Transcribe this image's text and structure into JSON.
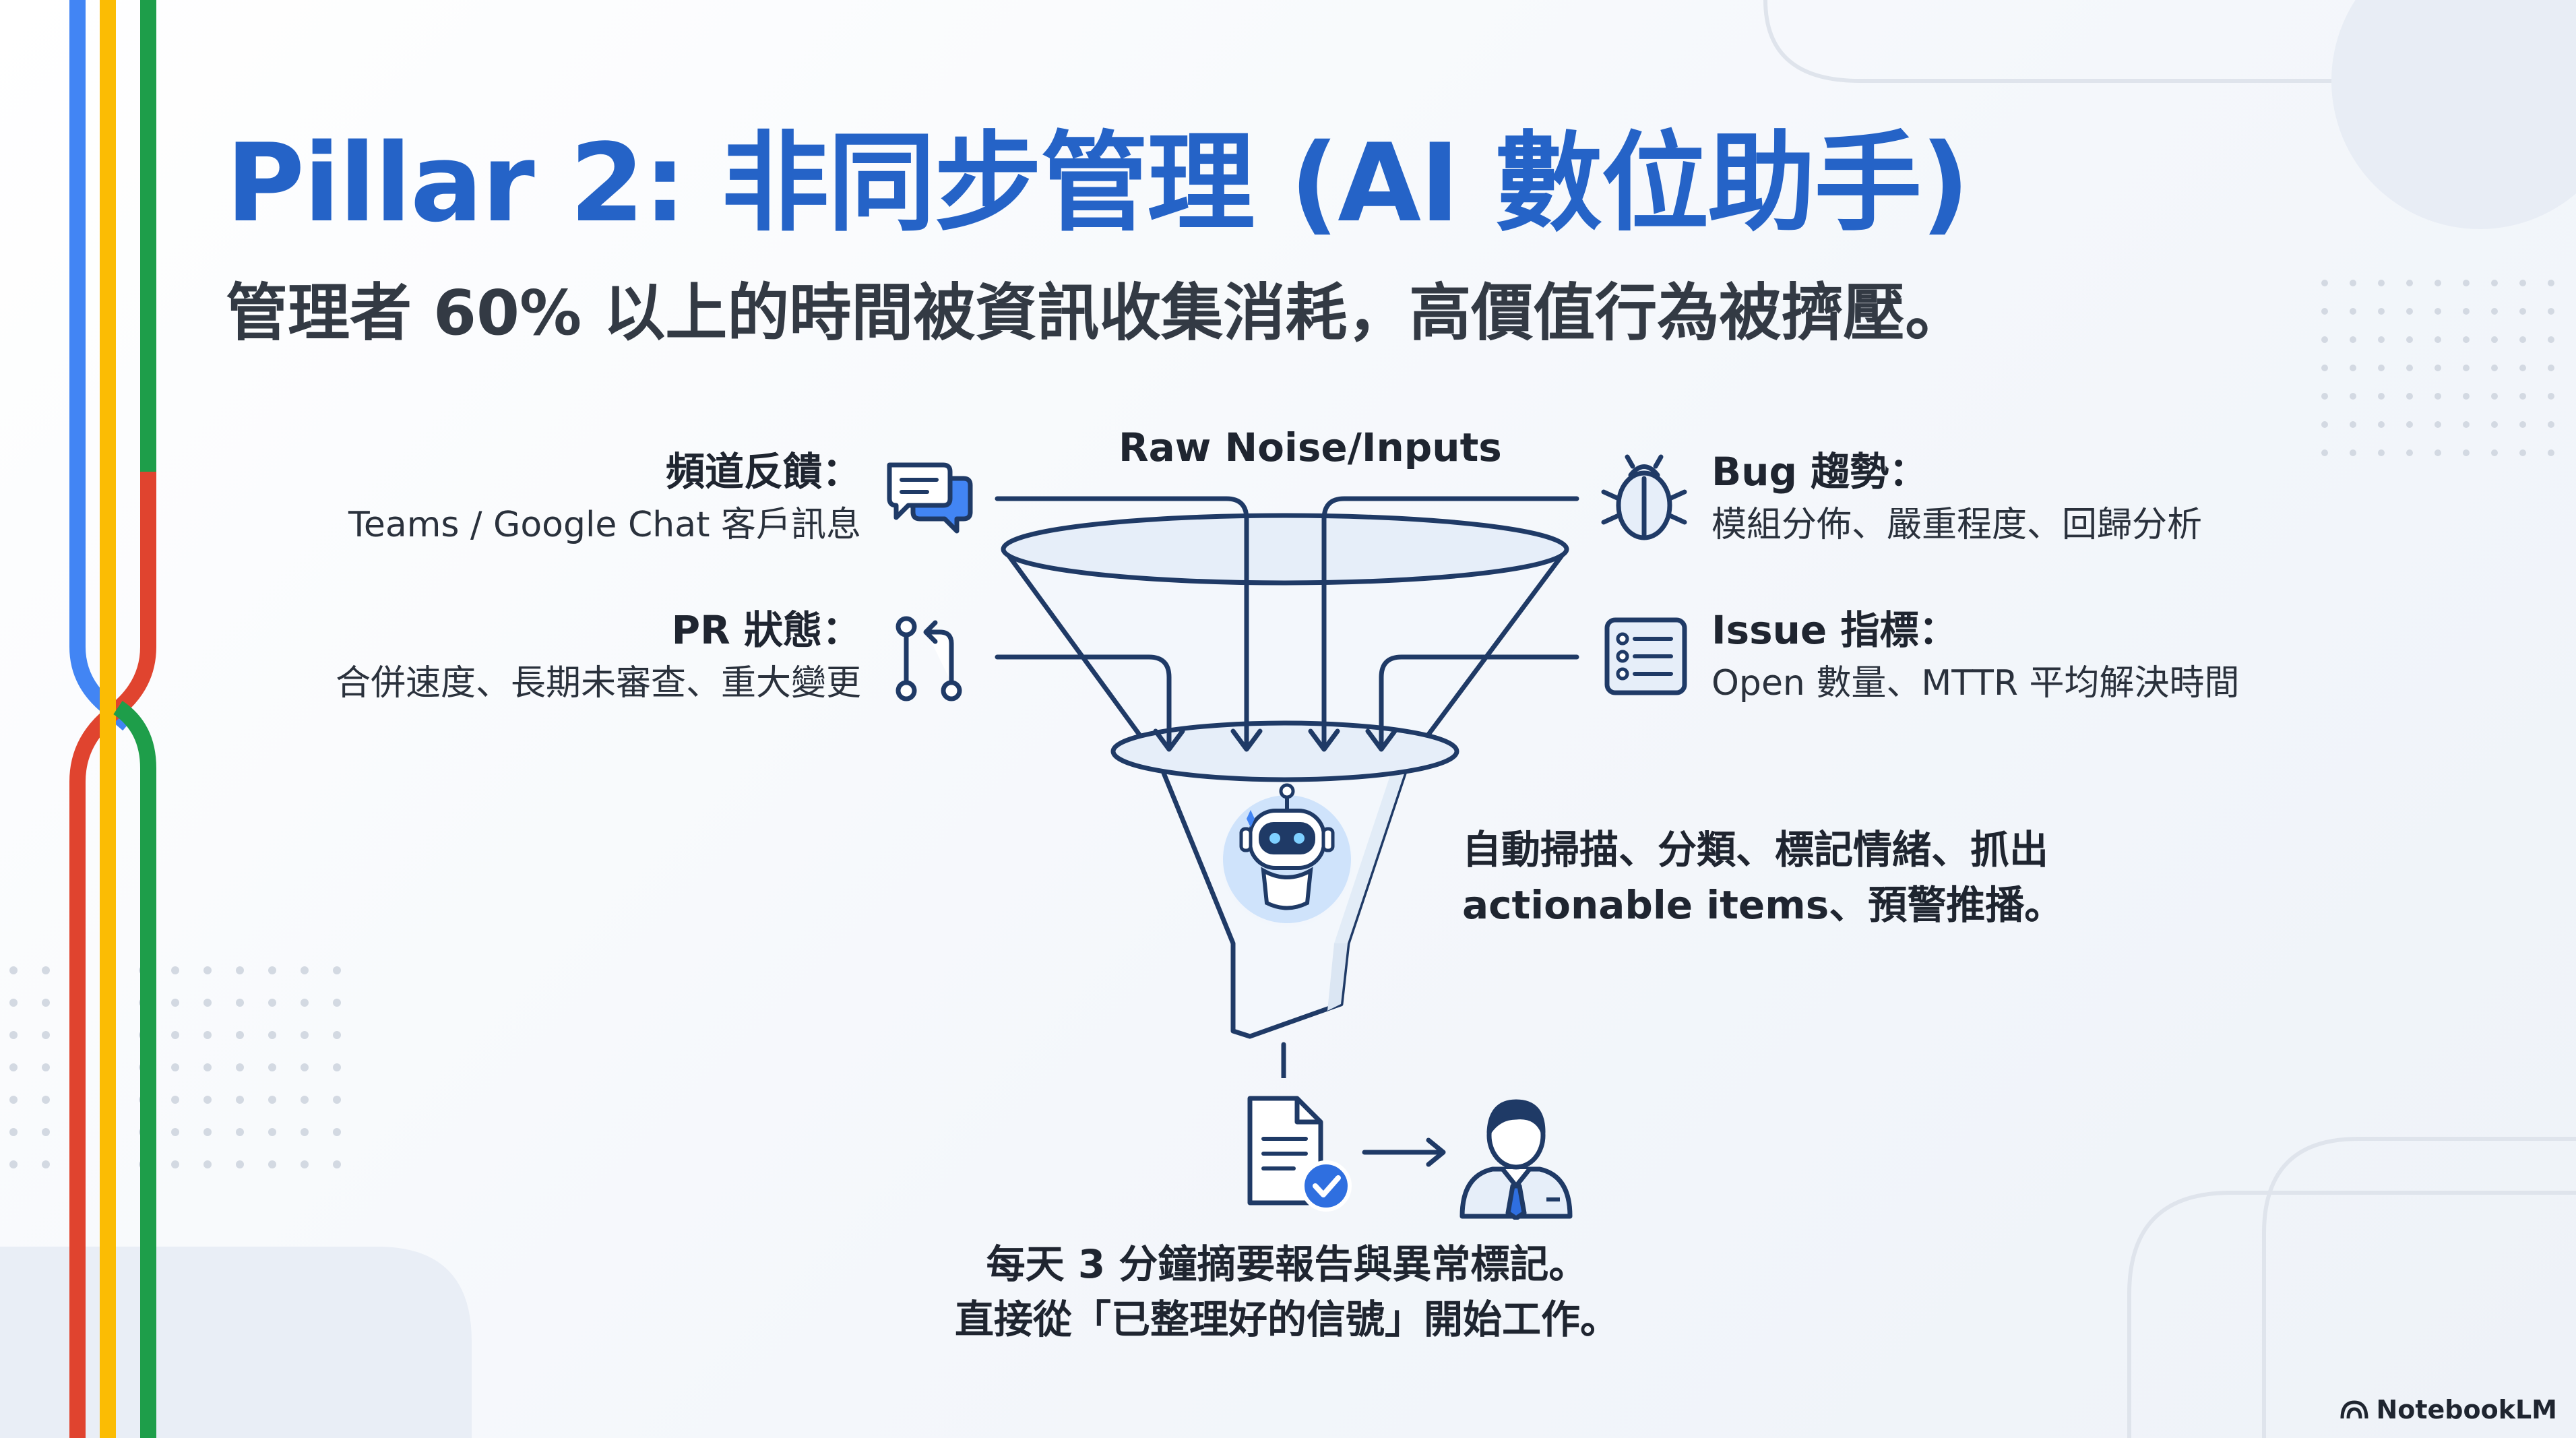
{
  "slide": {
    "title": "Pillar 2: 非同步管理 (AI 數位助手)",
    "subtitle": "管理者 60% 以上的時間被資訊收集消耗，高價值行為被擠壓。"
  },
  "funnel": {
    "label": "Raw Noise/Inputs"
  },
  "inputs": {
    "channel": {
      "heading": "頻道反饋：",
      "detail": "Teams / Google Chat 客戶訊息",
      "icon": "chat-bubbles-icon"
    },
    "pr": {
      "heading": "PR 狀態：",
      "detail": "合併速度、長期未審查、重大變更",
      "icon": "pull-request-icon"
    },
    "bug": {
      "heading": "Bug 趨勢：",
      "detail": "模組分佈、嚴重程度、回歸分析",
      "icon": "bug-icon"
    },
    "issue": {
      "heading": "Issue 指標：",
      "detail": "Open 數量、MTTR 平均解決時間",
      "icon": "list-icon"
    }
  },
  "process": {
    "line1": "自動掃描、分類、標記情緒、抓出",
    "line2": "actionable items、預警推播。",
    "icon": "robot-icon"
  },
  "result": {
    "line1": "每天 3 分鐘摘要報告與異常標記。",
    "line2": "直接從「已整理好的信號」開始工作。",
    "icons": [
      "report-check-icon",
      "manager-icon"
    ]
  },
  "brand": {
    "name": "NotebookLM"
  },
  "colors": {
    "title": "#2563c7",
    "blue": "#4285f4",
    "yellow": "#fbbc04",
    "green": "#1e9e4a",
    "red": "#e0442f",
    "ink": "#1f3a66"
  }
}
